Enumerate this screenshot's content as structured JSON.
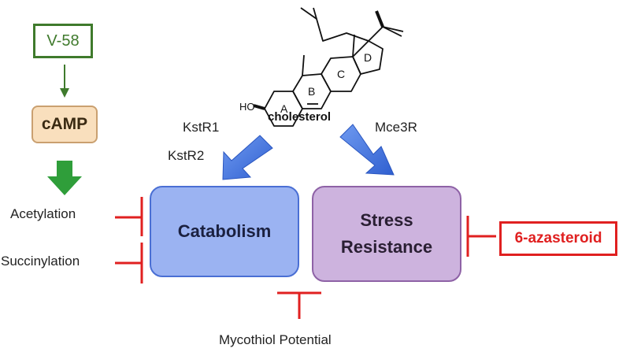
{
  "molecule": {
    "name": "cholesterol",
    "hydroxyl": "HO",
    "rings": [
      "A",
      "B",
      "C",
      "D"
    ]
  },
  "nodes": {
    "v58": "V-58",
    "camp": "cAMP",
    "catabolism": "Catabolism",
    "stress_line1": "Stress",
    "stress_line2": "Resistance",
    "azasteroid": "6-azasteroid"
  },
  "regulators": {
    "kstr1": "KstR1",
    "kstr2": "KstR2",
    "mce3r": "Mce3R"
  },
  "inhibitors": {
    "acetylation": "Acetylation",
    "succinylation": "Succinylation",
    "mycothiol": "Mycothiol Potential"
  },
  "colors": {
    "green": "#3f7a2c",
    "arrow_green": "#2f9e3a",
    "blue_arrow": "#3a6fe0",
    "red": "#e02020",
    "camp_fill": "#f9dfbd",
    "catabolism_fill": "#9bb3f2",
    "stress_fill": "#cdb3de"
  }
}
